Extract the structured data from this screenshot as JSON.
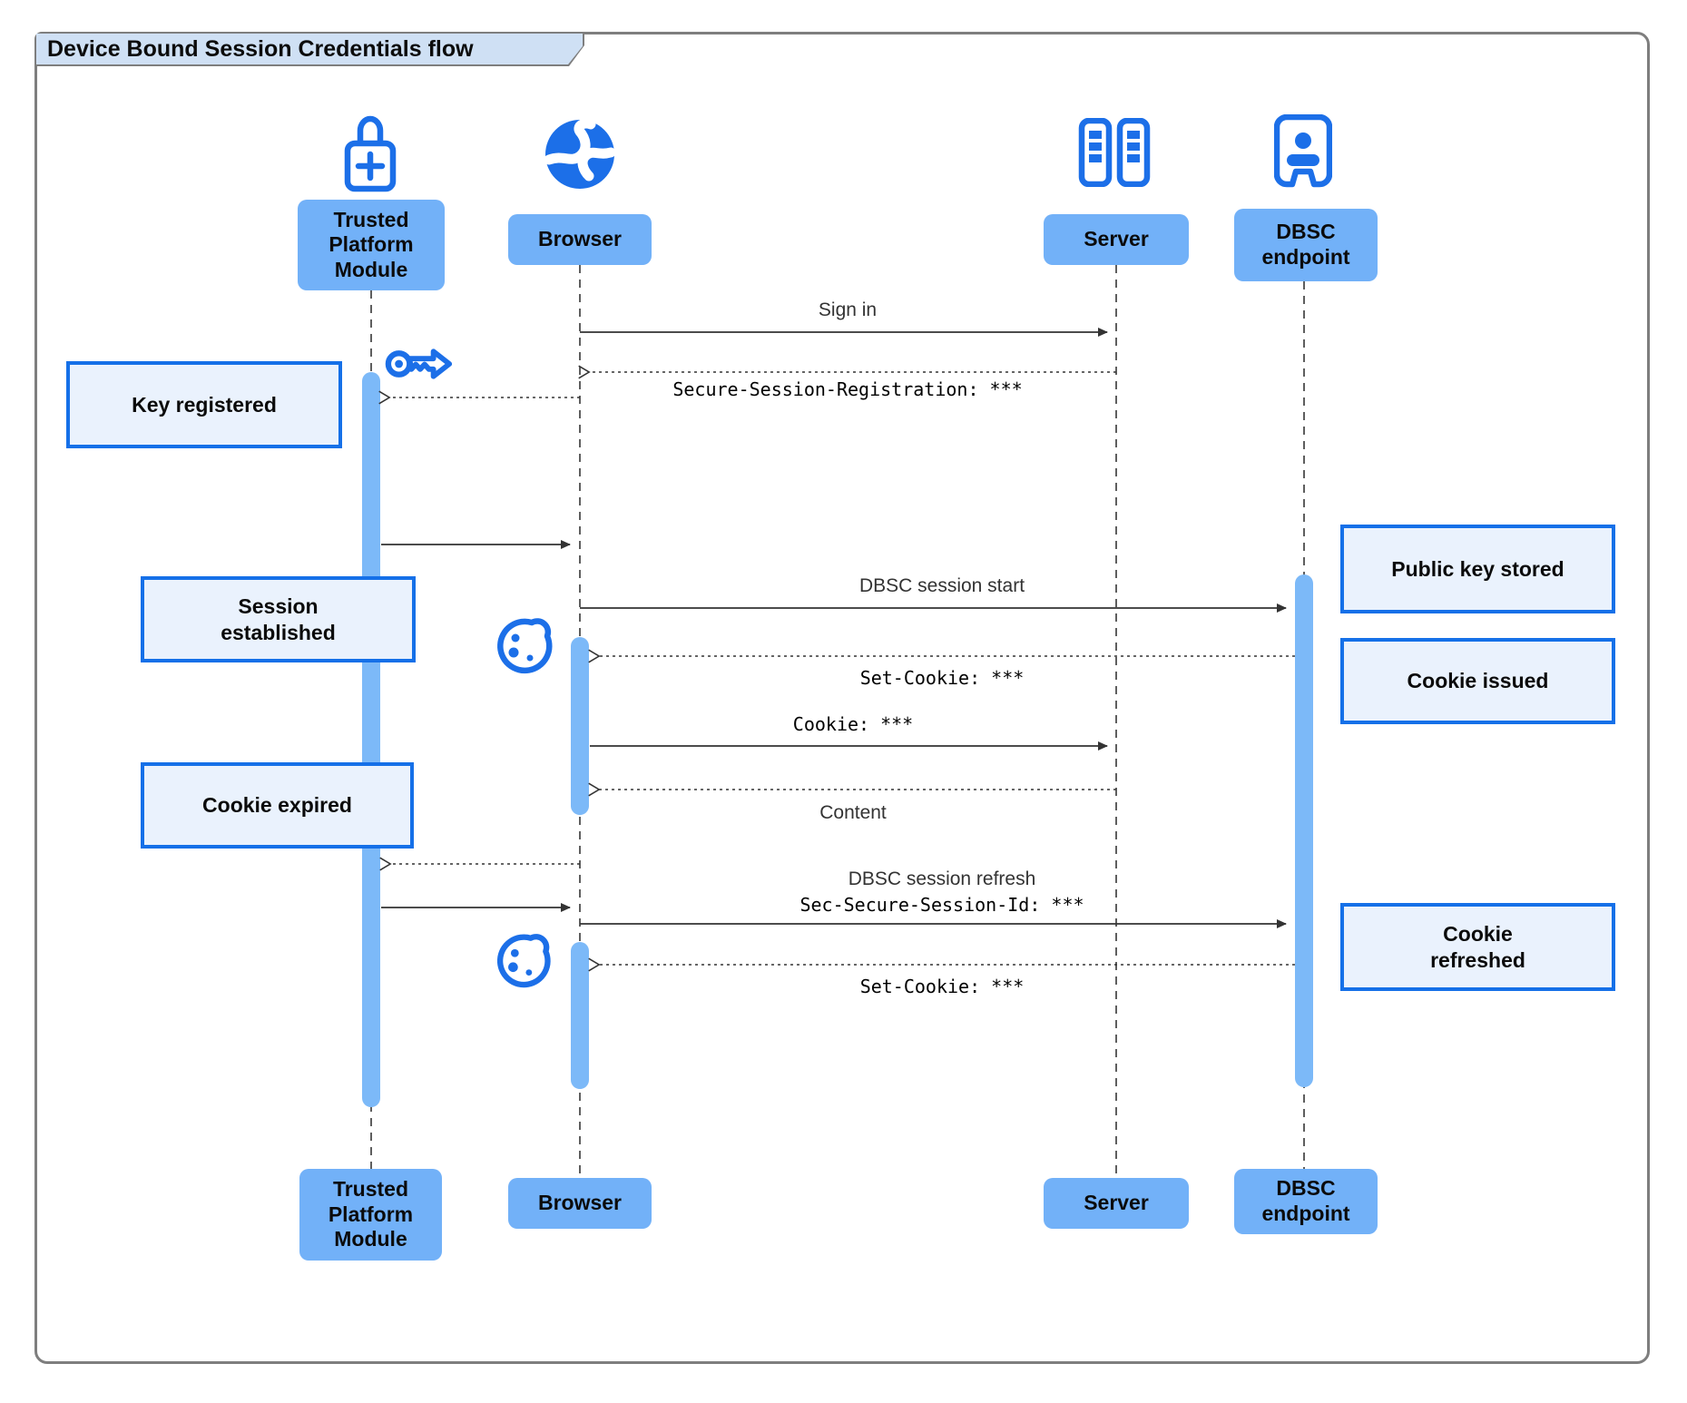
{
  "title": "Device Bound Session Credentials flow",
  "participants": {
    "tpm": {
      "label": "Trusted Platform Module",
      "icon": "lock-plus-icon"
    },
    "browser": {
      "label": "Browser",
      "icon": "globe-icon"
    },
    "server": {
      "label": "Server",
      "icon": "server-racks-icon"
    },
    "dbsc": {
      "label": "DBSC endpoint",
      "icon": "id-badge-icon"
    }
  },
  "notes": {
    "key_registered": "Key registered",
    "session_established": "Session established",
    "cookie_expired": "Cookie expired",
    "public_key_stored": "Public key stored",
    "cookie_issued": "Cookie issued",
    "cookie_refreshed": "Cookie refreshed"
  },
  "messages": {
    "sign_in": "Sign in",
    "secure_session_registration": "Secure-Session-Registration: ***",
    "dbsc_session_start": "DBSC session start",
    "set_cookie_1": "Set-Cookie: ***",
    "cookie": "Cookie: ***",
    "content": "Content",
    "dbsc_session_refresh": "DBSC session refresh",
    "sec_secure_session_id": "Sec-Secure-Session-Id: ***",
    "set_cookie_2": "Set-Cookie: ***"
  },
  "colors": {
    "accent_blue": "#1c6fe8",
    "participant_fill": "#72b1f8",
    "activation_fill": "#7cb9f8",
    "note_fill": "#eaf2fd",
    "note_border": "#1570e8",
    "title_fill": "#cfe0f4",
    "frame_border": "#7e7e7e",
    "arrow_color": "#333333"
  }
}
